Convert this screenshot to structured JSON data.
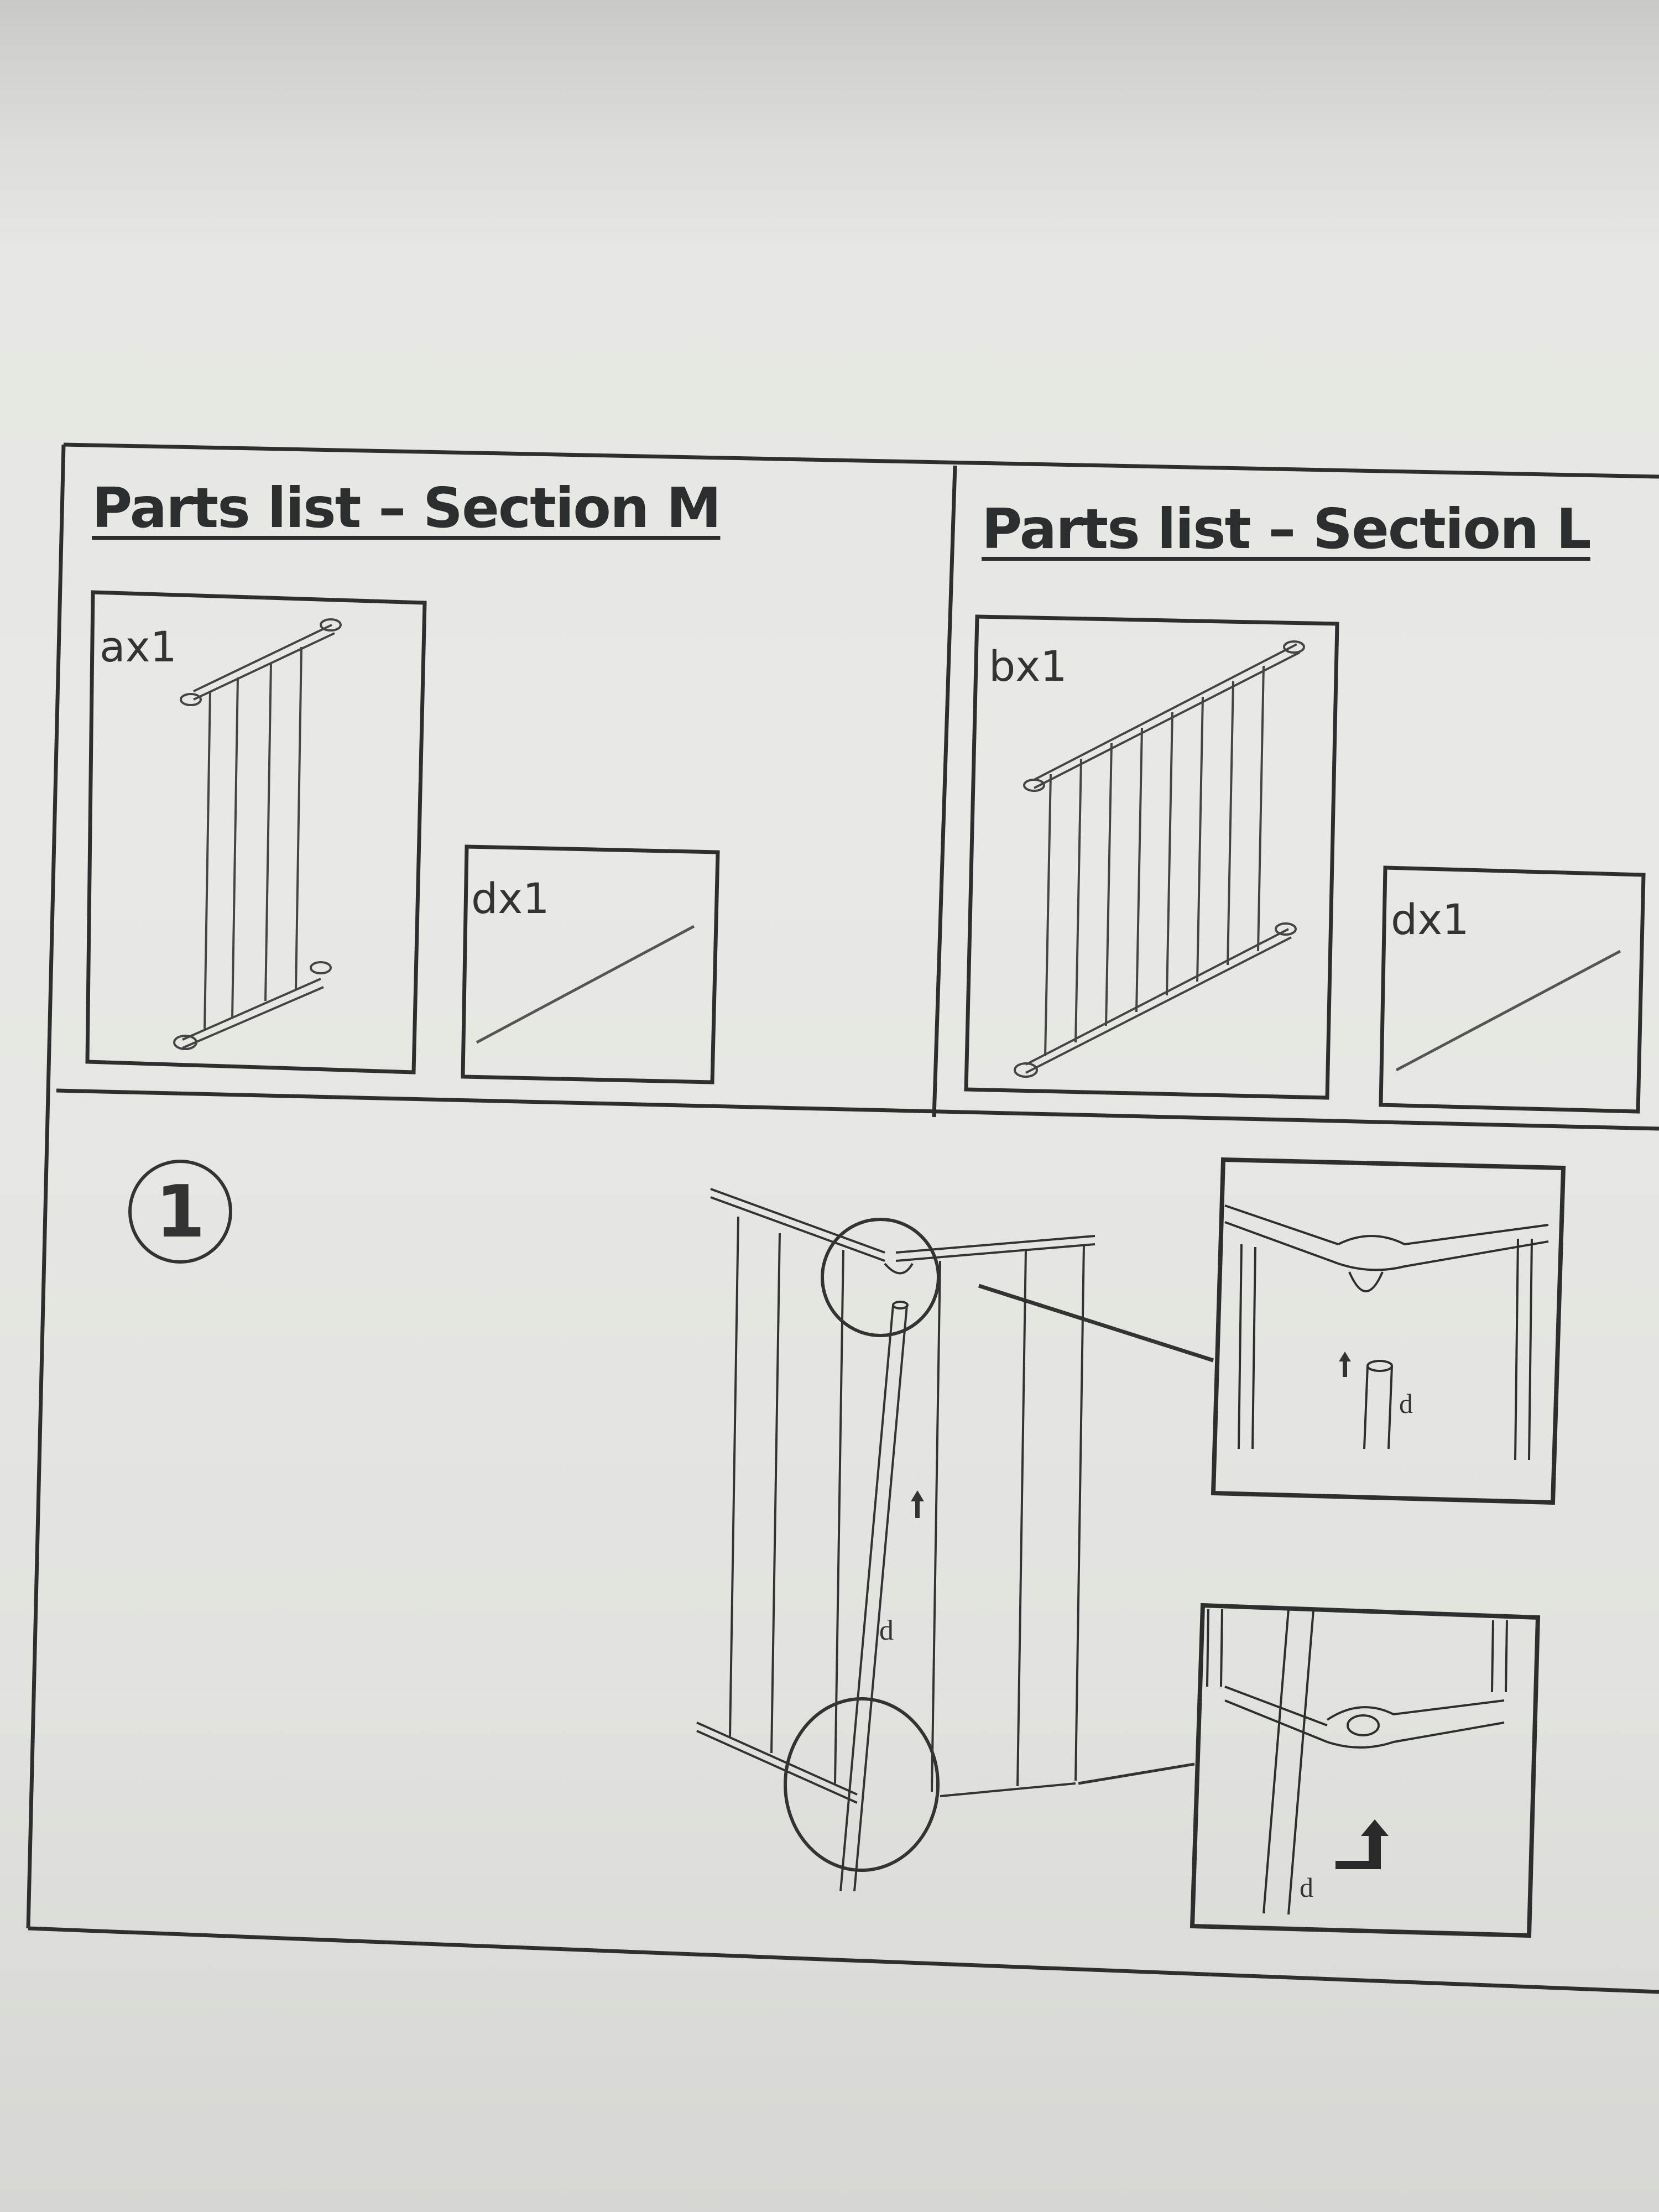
{
  "sections": [
    {
      "title": "Parts list – Section M",
      "parts": [
        {
          "label": "ax1"
        },
        {
          "label": "dx1"
        }
      ]
    },
    {
      "title": "Parts list – Section L",
      "parts": [
        {
          "label": "bx1"
        },
        {
          "label": "dx1"
        }
      ]
    }
  ],
  "step": {
    "number": "1",
    "labels": {
      "main_rod": "d",
      "detail_top_rod": "d",
      "detail_bottom_rod": "d"
    }
  }
}
